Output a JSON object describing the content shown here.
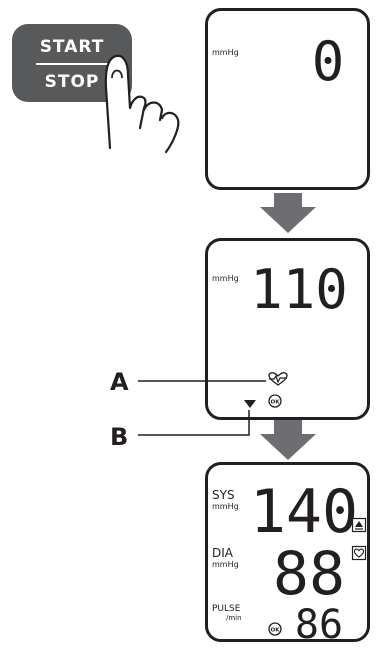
{
  "button": {
    "start_label": "START",
    "stop_label": "STOP"
  },
  "screen1": {
    "unit": "mmHg",
    "value": "0"
  },
  "screen2": {
    "unit": "mmHg",
    "value": "110"
  },
  "callouts": {
    "a": "A",
    "b": "B"
  },
  "screen3": {
    "sys_label": "SYS",
    "sys_unit": "mmHg",
    "sys_value": "140",
    "dia_label": "DIA",
    "dia_unit": "mmHg",
    "dia_value": "88",
    "pulse_label": "PULSE",
    "pulse_unit": "/min",
    "pulse_value": "86"
  },
  "icons": [
    "finger-press-icon",
    "heartbeat-icon",
    "ok-cuff-icon",
    "cuff-indicator-icon",
    "arrow-down-icon",
    "risk-level-icon",
    "irregular-heartbeat-icon"
  ]
}
